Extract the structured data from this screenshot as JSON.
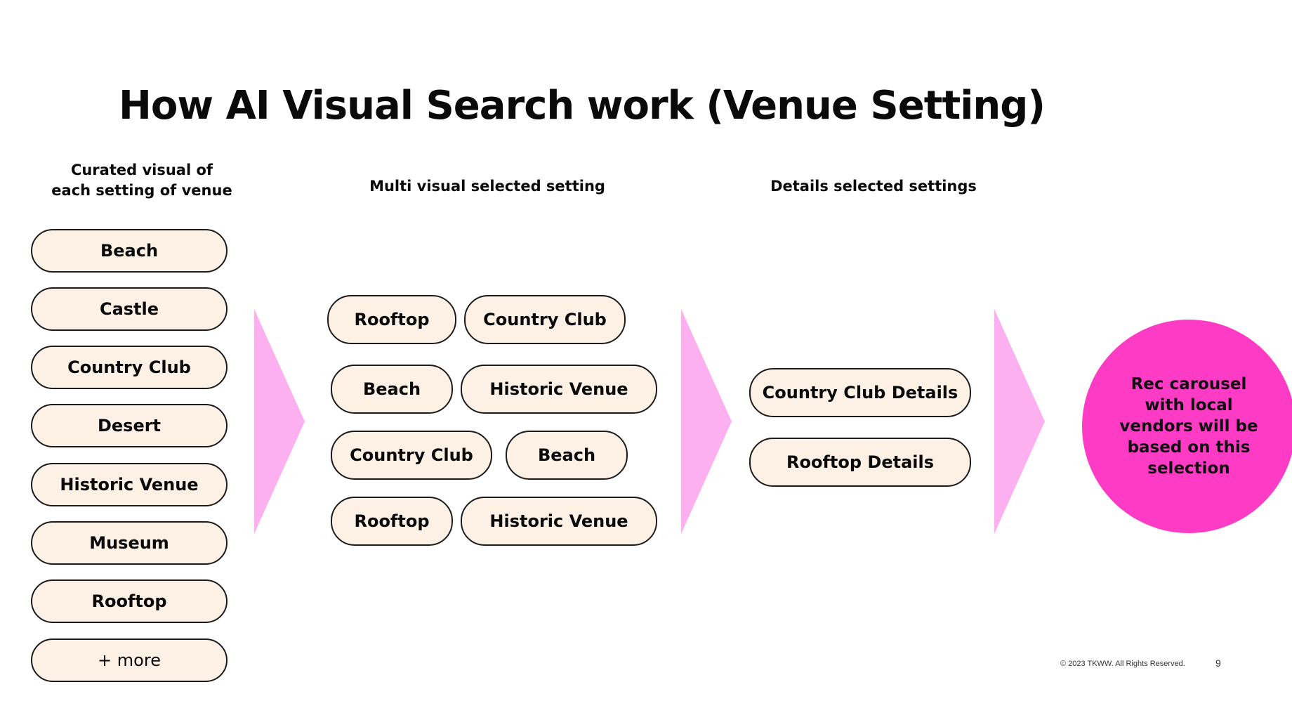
{
  "title": "How AI Visual Search work (Venue Setting)",
  "columns": {
    "curated": {
      "heading": "Curated visual of\neach setting of venue",
      "items": [
        "Beach",
        "Castle",
        "Country Club",
        "Desert",
        "Historic Venue",
        "Museum",
        "Rooftop",
        "+ more"
      ]
    },
    "multi": {
      "heading": "Multi visual selected setting",
      "items": [
        "Rooftop",
        "Country Club",
        "Beach",
        "Historic Venue",
        "Country Club",
        "Beach",
        "Rooftop",
        "Historic Venue"
      ]
    },
    "details": {
      "heading": "Details selected settings",
      "items": [
        "Country Club Details",
        "Rooftop Details"
      ]
    }
  },
  "result": {
    "text": "Rec carousel with local vendors will be based on this selection",
    "color": "#fe3bc5"
  },
  "colors": {
    "pill_fill": "#fdf1e6",
    "arrow": "#fcb0ef"
  },
  "footer": {
    "copyright": "© 2023 TKWW. All Rights Reserved.",
    "page_number": "9"
  }
}
